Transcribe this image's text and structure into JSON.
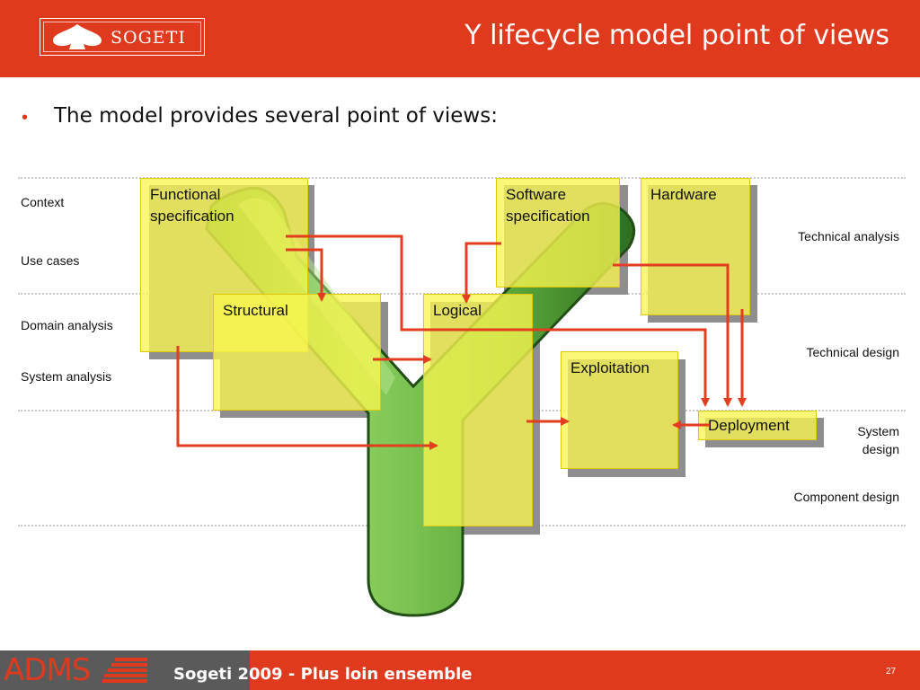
{
  "header": {
    "title": "Y lifecycle model point of views",
    "logo_text": "SOGETI"
  },
  "bullet": {
    "text": "The model provides several point of views:"
  },
  "left_labels": [
    "Context",
    "Use cases",
    "Domain analysis",
    "System analysis"
  ],
  "right_labels": [
    "Technical analysis",
    "Technical design",
    "System design",
    "Component design"
  ],
  "boxes": {
    "functional": [
      "Functional",
      "specification"
    ],
    "software": [
      "Software",
      "specification"
    ],
    "hardware": "Hardware",
    "structural": "Structural",
    "logical": "Logical",
    "exploitation": "Exploitation",
    "deployment": "Deployment"
  },
  "footer": {
    "brand": "ADMS",
    "tagline": "Sogeti 2009 - Plus loin ensemble",
    "page": "27"
  },
  "colors": {
    "brand_red": "#e03a1e",
    "box_yellow": "#f8f650",
    "y_green": "#5cab3c",
    "arrow_red": "#e23d1f"
  }
}
